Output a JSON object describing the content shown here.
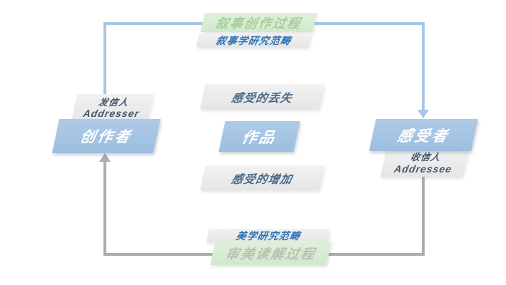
{
  "title_top": {
    "process": "叙事创作过程",
    "scope": "叙事学研究范畴"
  },
  "creator": {
    "role_cn": "发信人",
    "role_en": "Addresser",
    "name": "创作者"
  },
  "work": {
    "above": "感受的丢失",
    "name": "作品",
    "below": "感受的增加"
  },
  "perceiver": {
    "name": "感受者",
    "role_cn": "收信人",
    "role_en": "Addressee"
  },
  "title_bottom": {
    "scope": "美学研究范畴",
    "process": "审美读解过程"
  },
  "colors": {
    "blue_fill": "#A3C4E2",
    "blue_arrow": "#A8C6E3",
    "gray_arrow": "#ACACAC",
    "gray_fill": "#EDEDED",
    "green_fill": "#D8EBD2",
    "green_text": "#A5CF9A",
    "green_text_muted": "#B8C1B3",
    "dark_blue_text": "#2E74B5",
    "slate_text": "#44546A",
    "slate_text_light": "#4A6B8E"
  }
}
